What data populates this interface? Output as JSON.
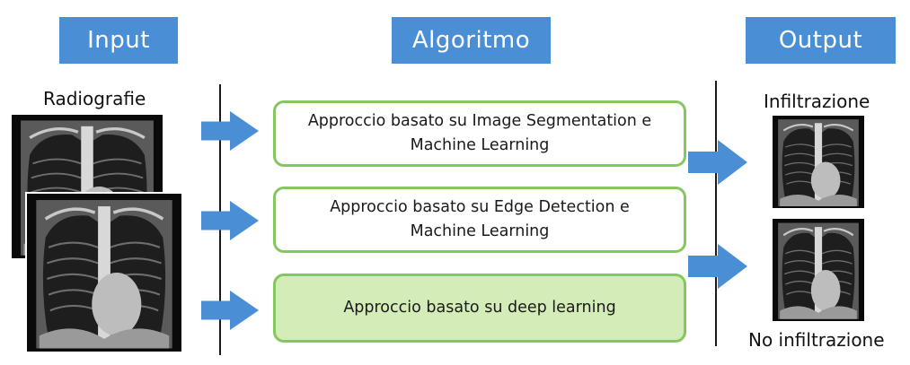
{
  "headers": {
    "input": "Input",
    "algorithm": "Algoritmo",
    "output": "Output"
  },
  "input": {
    "label": "Radiografie"
  },
  "algorithm": {
    "approaches": [
      {
        "line1": "Approccio basato su Image Segmentation e",
        "line2": "Machine Learning"
      },
      {
        "line1": "Approccio basato su Edge Detection e",
        "line2": "Machine Learning"
      },
      {
        "line1": "Approccio basato su deep learning",
        "line2": ""
      }
    ]
  },
  "output": {
    "positive_label": "Infiltrazione",
    "negative_label": "No infiltrazione"
  },
  "colors": {
    "header_bg": "#4a8fd6",
    "arrow": "#4a8fd6",
    "box_border": "#86c65e",
    "highlight_box_bg": "#d3ecb8"
  }
}
